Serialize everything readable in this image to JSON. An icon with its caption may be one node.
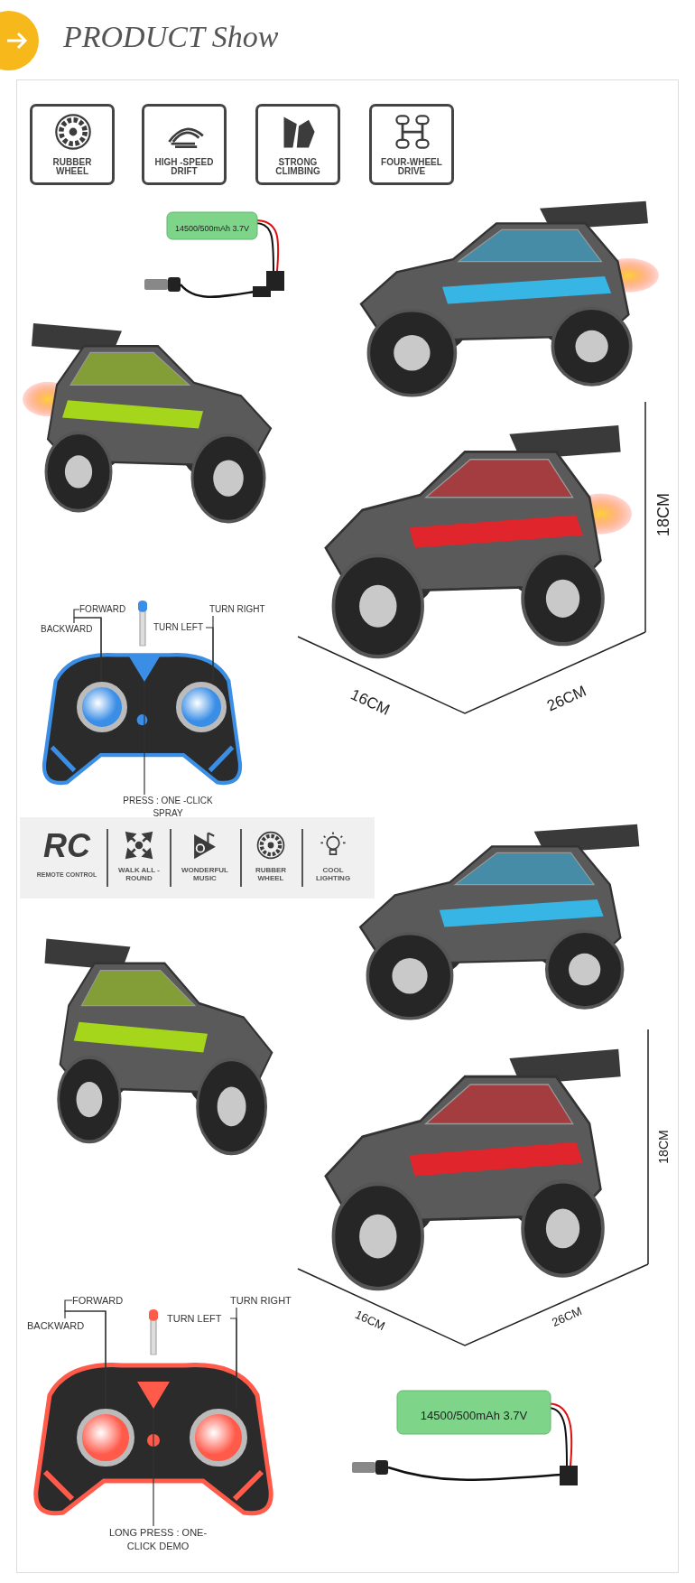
{
  "diagram": {
    "title": "PRODUCT Show",
    "nodes": [
      {
        "text": [
          "RUBBER WHEEL"
        ]
      },
      {
        "text": [
          "HIGH -SPEED DRIFT"
        ]
      },
      {
        "text": [
          "STRONG CLIMBING"
        ]
      },
      {
        "text": [
          "FOUR-WHEEL DRIVE"
        ]
      },
      {
        "text": [],
        "shape": "picture"
      },
      {
        "text": [],
        "shape": "circle",
        "in": 4
      },
      {
        "text": [],
        "shape": "circle",
        "in": 4
      },
      {
        "text": [],
        "shape": "box",
        "in": 4
      },
      {
        "text": [
          "FORWARD"
        ]
      },
      {
        "text": [
          "BACKWARD"
        ]
      },
      {
        "text": [
          "TURN RIGHT"
        ]
      },
      {
        "text": [
          "TURN LEFT"
        ]
      },
      {
        "text": [
          "PRESS : ONE -CLICK SPRAY"
        ]
      },
      {
        "text": [
          "RC",
          "REMOTE CONTROL"
        ]
      },
      {
        "text": [
          "WALK ALL -ROUND"
        ]
      },
      {
        "text": [
          "WONDERFUL MUSIC"
        ]
      },
      {
        "text": [
          "RUBBER WHEEL"
        ]
      },
      {
        "text": [
          "COOL LIGHTING"
        ]
      },
      {
        "text": [],
        "shape": "picture"
      },
      {
        "text": [],
        "shape": "circle",
        "in": 18
      },
      {
        "text": [],
        "shape": "circle",
        "in": 18
      },
      {
        "text": [],
        "shape": "box",
        "in": 18
      },
      {
        "text": [
          "FORWARD"
        ]
      },
      {
        "text": [
          "BACKWARD"
        ]
      },
      {
        "text": [
          "TURN RIGHT"
        ]
      },
      {
        "text": [
          "TURN LEFT"
        ]
      },
      {
        "text": [
          "LONG PRESS : ONE-CLICK DEMO"
        ]
      }
    ],
    "edges": [
      {
        "from": 8,
        "to": 5,
        "arrow": "none"
      },
      {
        "from": 9,
        "to": 5,
        "arrow": "none"
      },
      {
        "from": 10,
        "to": 6,
        "arrow": "none"
      },
      {
        "from": 11,
        "to": 6,
        "arrow": "none"
      },
      {
        "from": 12,
        "to": 7,
        "arrow": "none"
      },
      {
        "from": 22,
        "to": 19,
        "arrow": "none"
      },
      {
        "from": 23,
        "to": 19,
        "arrow": "none"
      },
      {
        "from": 24,
        "to": 20,
        "arrow": "none"
      },
      {
        "from": 25,
        "to": 20,
        "arrow": "none"
      },
      {
        "from": 26,
        "to": 21,
        "arrow": "none"
      }
    ],
    "labels": [
      "14500/500mAh 3.7V",
      "18CM",
      "16CM",
      "26CM",
      "18CM",
      "16CM",
      "26CM",
      "14500/500mAh 3.7V"
    ]
  }
}
